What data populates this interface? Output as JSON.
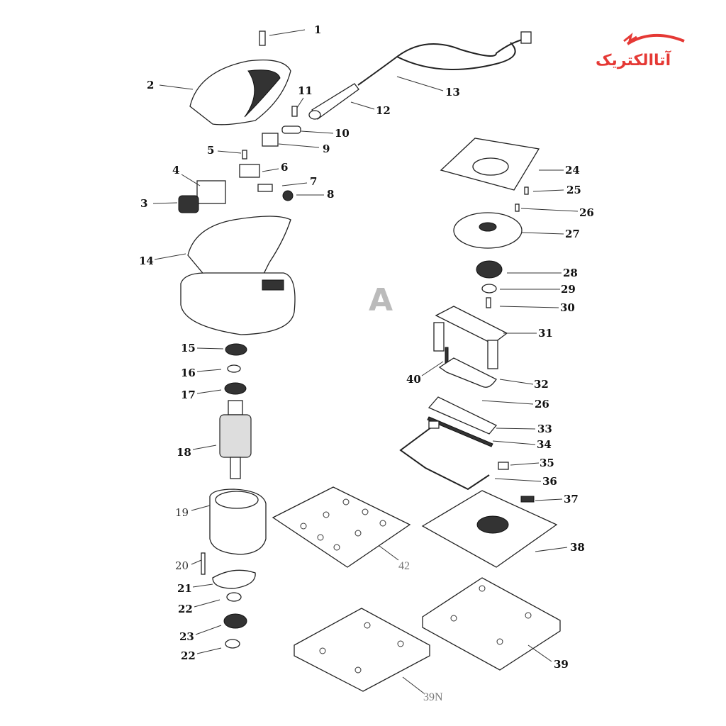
{
  "brand": {
    "logo_text": "آتاالکتریک",
    "logo_color": "#e53935",
    "watermark_letter": "A"
  },
  "labels": {
    "p1": "1",
    "p2": "2",
    "p3": "3",
    "p4": "4",
    "p5": "5",
    "p6": "6",
    "p7": "7",
    "p8": "8",
    "p9": "9",
    "p10": "10",
    "p11": "11",
    "p12": "12",
    "p13": "13",
    "p14": "14",
    "p15": "15",
    "p16": "16",
    "p17": "17",
    "p18": "18",
    "p19": "19",
    "p20": "20",
    "p21": "21",
    "p22a": "22",
    "p23": "23",
    "p22b": "22",
    "p24": "24",
    "p25": "25",
    "p26a": "26",
    "p27": "27",
    "p28": "28",
    "p29": "29",
    "p30": "30",
    "p31": "31",
    "p40": "40",
    "p32": "32",
    "p26b": "26",
    "p33": "33",
    "p34": "34",
    "p35": "35",
    "p36": "36",
    "p37": "37",
    "p38": "38",
    "p42": "42",
    "p39": "39",
    "p39N": "39N"
  }
}
